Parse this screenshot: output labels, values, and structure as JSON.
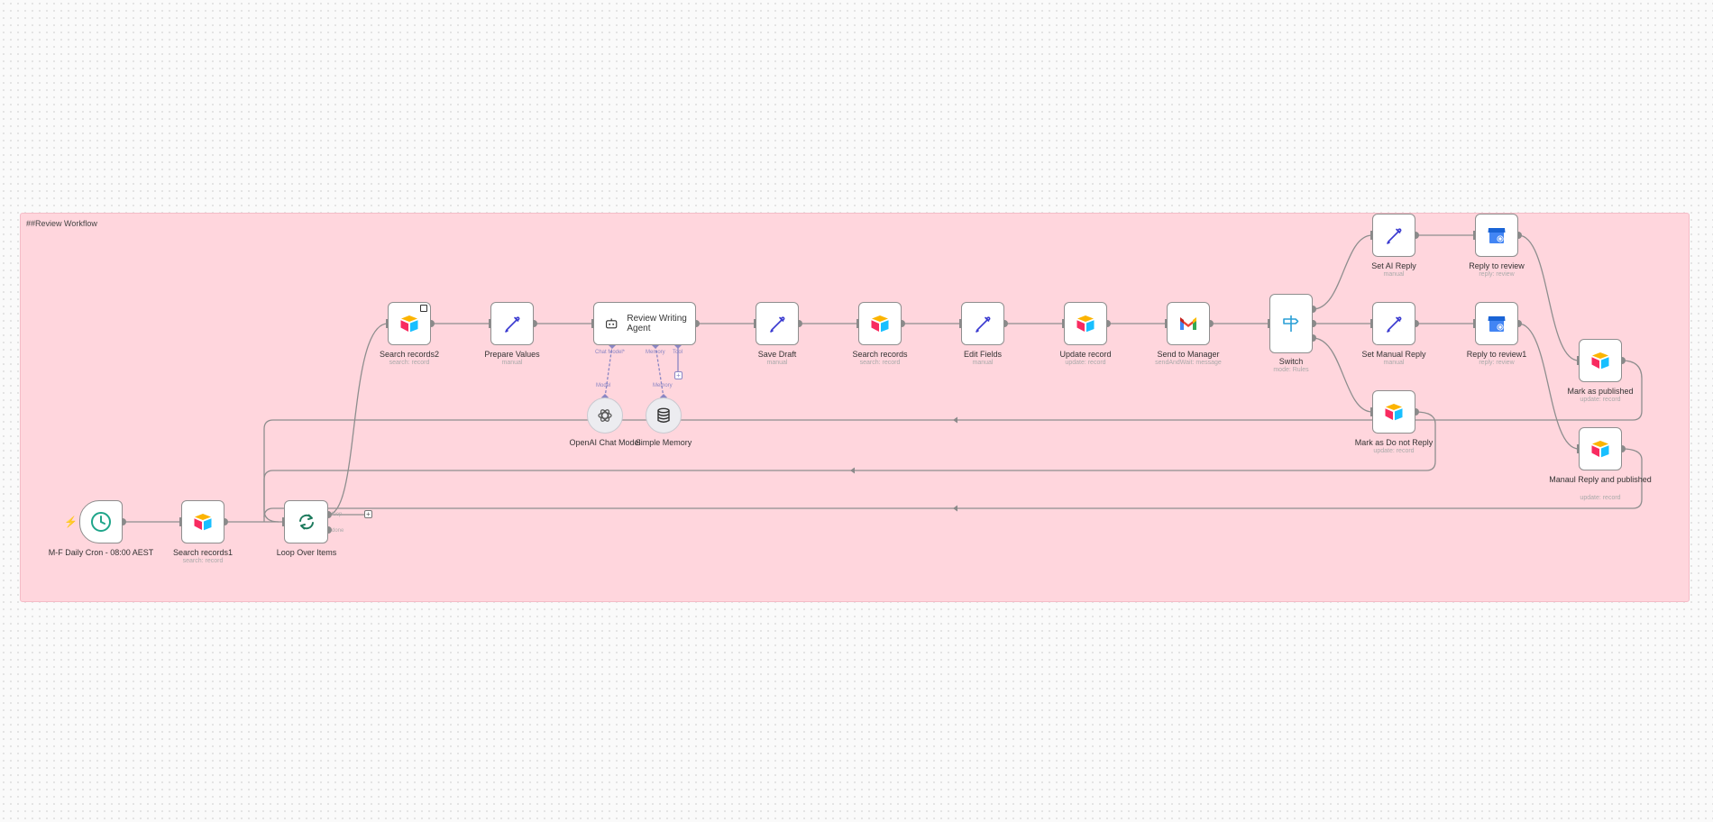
{
  "sticky": {
    "title": "##Review Workflow"
  },
  "nodes": {
    "cron": {
      "name": "M-F Daily Cron - 08:00 AEST",
      "icon": "clock-icon"
    },
    "search1": {
      "name": "Search records1",
      "sub": "search: record",
      "icon": "airtable-icon"
    },
    "loop": {
      "name": "Loop Over Items",
      "icon": "loop-icon"
    },
    "search2": {
      "name": "Search records2",
      "sub": "search: record",
      "icon": "airtable-icon"
    },
    "prepare": {
      "name": "Prepare Values",
      "sub": "manual",
      "icon": "pencil-icon"
    },
    "agent": {
      "name": "Review Writing Agent",
      "icon": "robot-icon"
    },
    "save_draft": {
      "name": "Save Draft",
      "sub": "manual",
      "icon": "pencil-icon"
    },
    "search": {
      "name": "Search records",
      "sub": "search: record",
      "icon": "airtable-icon"
    },
    "edit": {
      "name": "Edit Fields",
      "sub": "manual",
      "icon": "pencil-icon"
    },
    "update": {
      "name": "Update record",
      "sub": "update: record",
      "icon": "airtable-icon"
    },
    "manager": {
      "name": "Send to Manager",
      "sub": "sendAndWait: message",
      "icon": "gmail-icon"
    },
    "switch": {
      "name": "Switch",
      "sub": "mode: Rules",
      "icon": "signpost-icon"
    },
    "set_ai": {
      "name": "Set AI Reply",
      "sub": "manual",
      "icon": "pencil-icon"
    },
    "set_manual": {
      "name": "Set Manual Reply",
      "sub": "manual",
      "icon": "pencil-icon"
    },
    "do_not_reply": {
      "name": "Mark as Do not Reply",
      "sub": "update: record",
      "icon": "airtable-icon"
    },
    "reply": {
      "name": "Reply to review",
      "sub": "reply: review",
      "icon": "google-business-icon"
    },
    "reply1": {
      "name": "Reply to review1",
      "sub": "reply: review",
      "icon": "google-business-icon"
    },
    "published": {
      "name": "Mark as published",
      "sub": "update: record",
      "icon": "airtable-icon"
    },
    "manual_pub": {
      "name": "Manaul Reply and published",
      "sub": "update: record",
      "icon": "airtable-icon"
    },
    "openai": {
      "name": "OpenAI Chat Model",
      "icon": "openai-icon"
    },
    "memory": {
      "name": "Simple Memory",
      "icon": "database-icon"
    }
  },
  "ports": {
    "chat_model": "Chat Model*",
    "memory": "Memory",
    "tool": "Tool",
    "model": "Model",
    "memory_in": "Memory",
    "loop_out": "loop",
    "done_out": "done"
  },
  "colors": {
    "sticky_bg": "#ffd6dd",
    "edge": "#8e8e8e",
    "ai_edge": "#8a86c4",
    "trigger_bolt": "#f26b4f"
  }
}
